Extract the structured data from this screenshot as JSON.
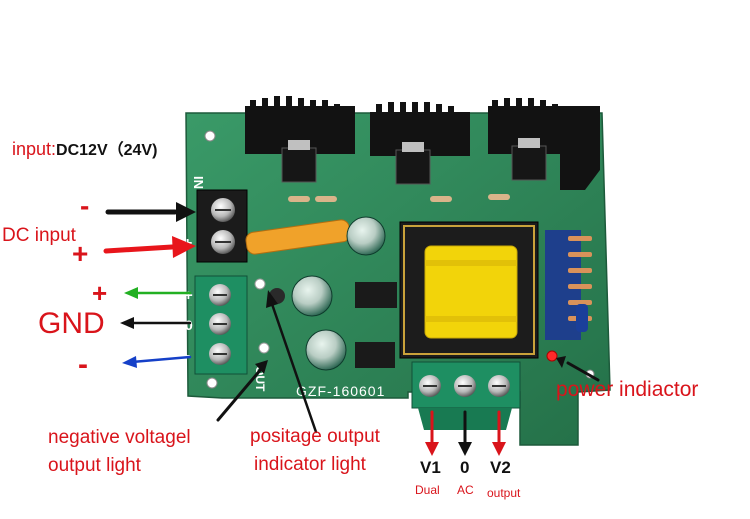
{
  "labels": {
    "input": "input:",
    "input_value": "DC12V（24V)",
    "minus_top": "-",
    "dc_input": "DC input",
    "plus_top": "+",
    "plus_out": "+",
    "gnd": "GND",
    "minus_out": "-",
    "neg_light_1": "negative voltagel",
    "neg_light_2": "output light",
    "pos_light_1": "positage output",
    "pos_light_2": "indicator light",
    "v1": "V1",
    "dual": "Dual",
    "zero": "0",
    "ac": "AC",
    "v2": "V2",
    "output": "output",
    "power": "power indiactor"
  },
  "board": {
    "silk_in": "IN",
    "silk_out": "OUT",
    "silk_model": "GZF-160601",
    "in_minus": "-",
    "in_plus": "+",
    "out_plus": "+",
    "out_zero": "0",
    "out_minus": "-"
  },
  "colors": {
    "label_red": "#d9141b",
    "arrow_red": "#e8151b",
    "arrow_green": "#22b022",
    "arrow_blue": "#1540c8",
    "pcb": "#2f8a5a",
    "heatsink": "#111111",
    "transformer": "#f2d40a"
  },
  "icons": [
    "arrow-icon",
    "heatsink-icon",
    "transformer-icon",
    "capacitor-icon",
    "terminal-screw-icon",
    "led-icon"
  ]
}
